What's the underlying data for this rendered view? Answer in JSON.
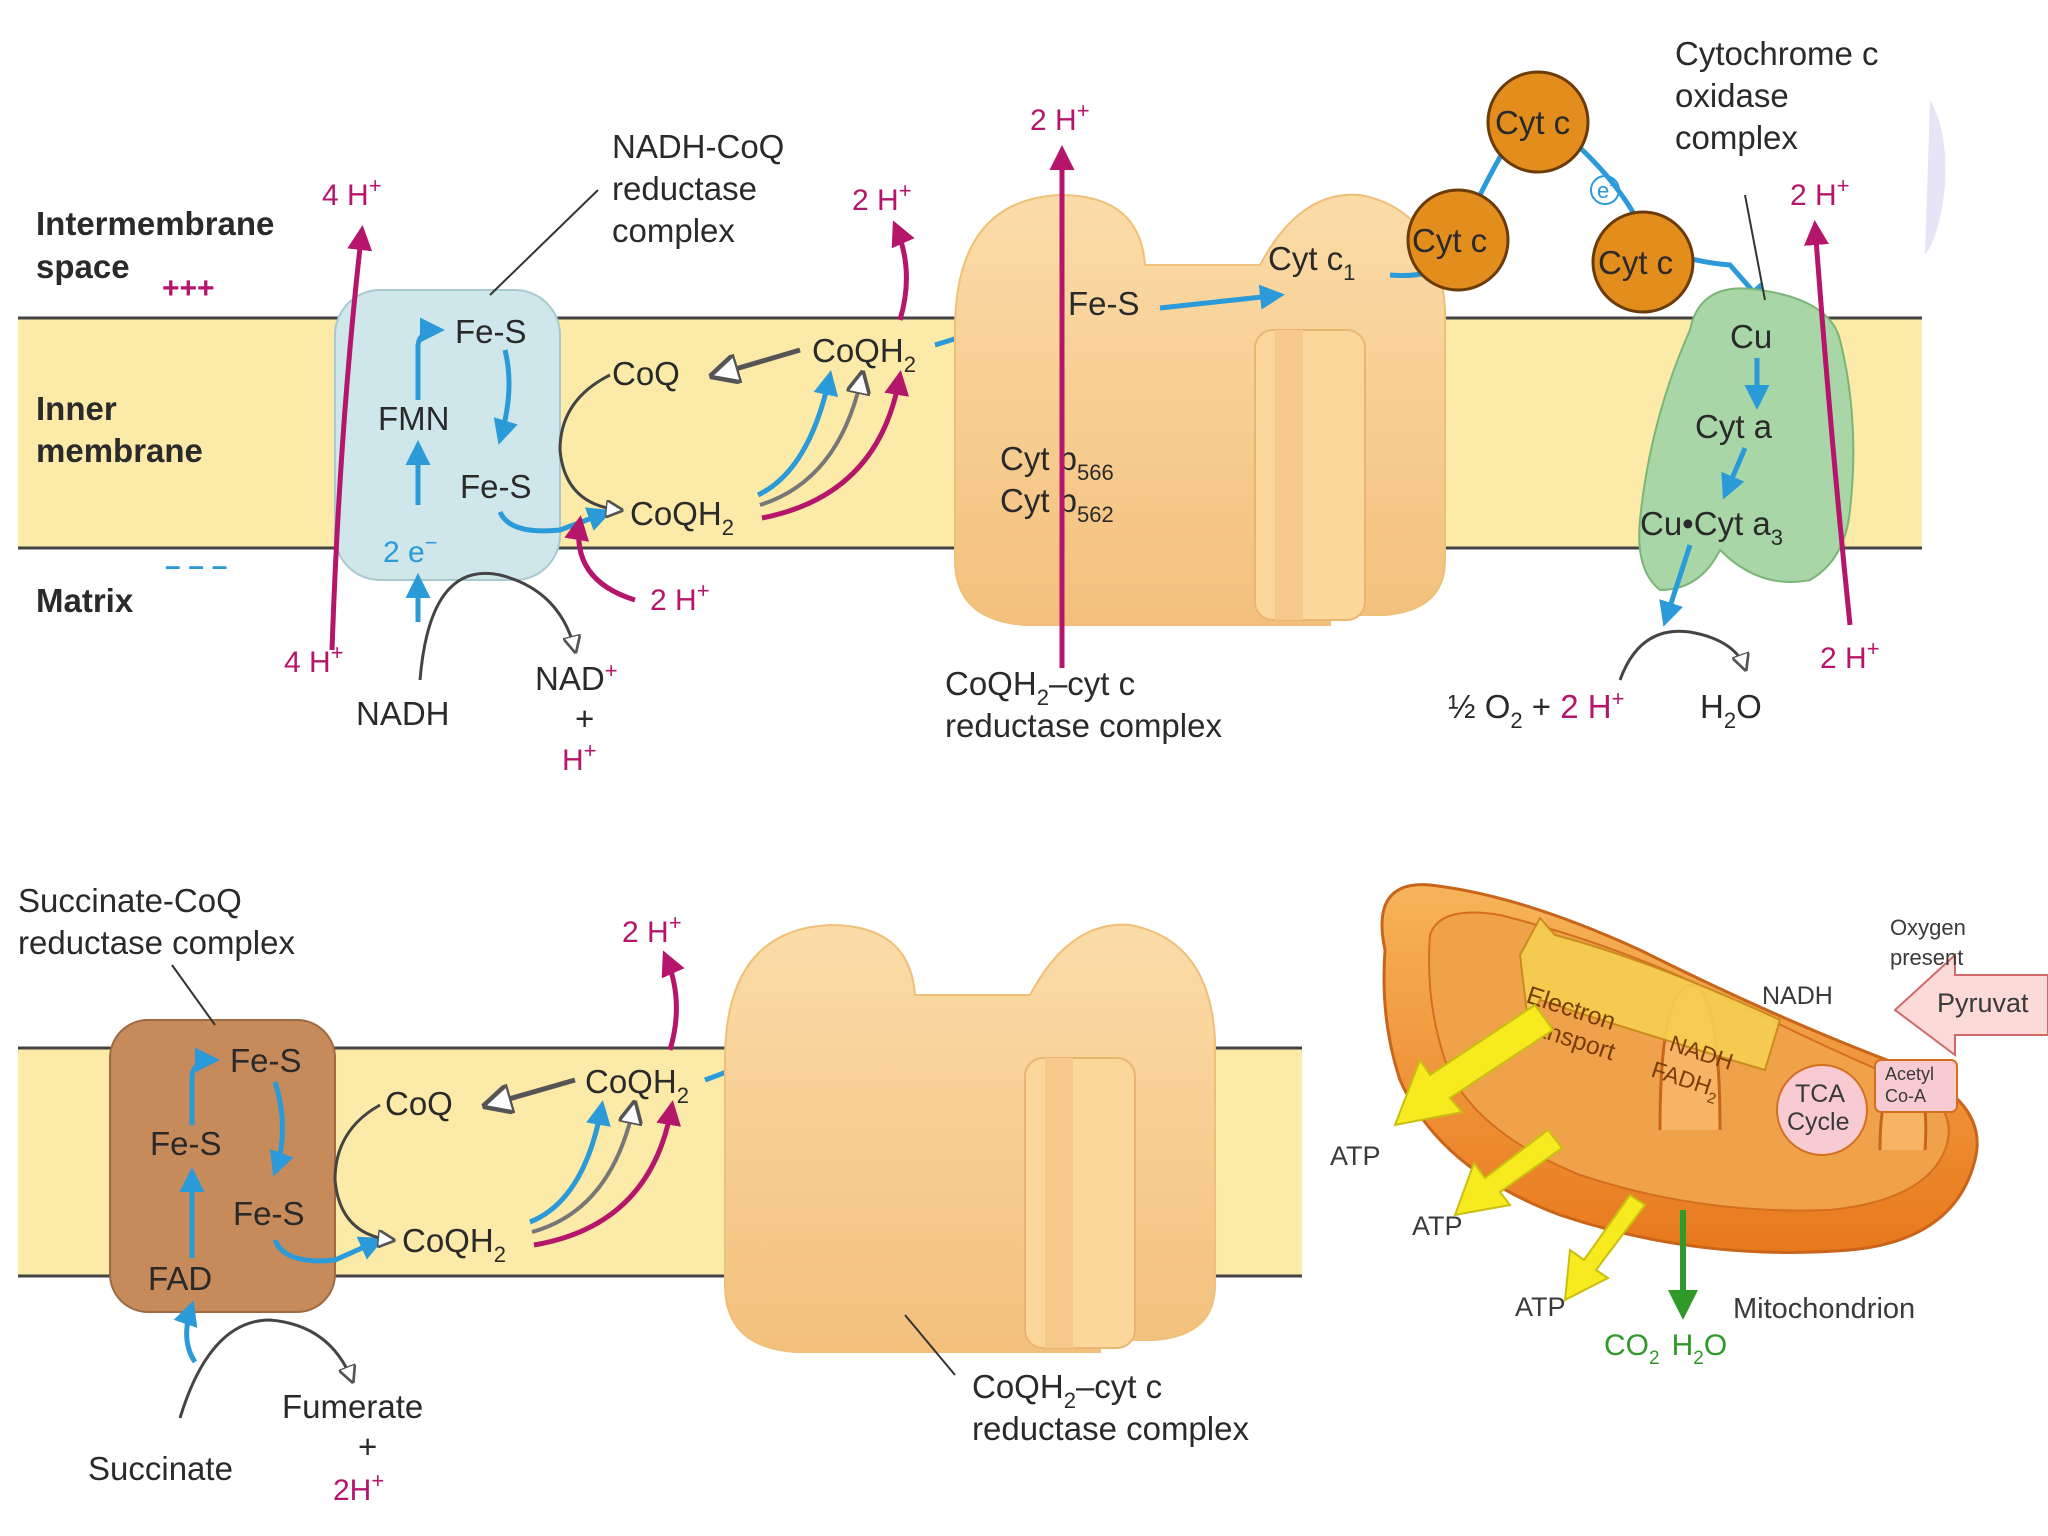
{
  "top": {
    "side_labels": [
      "Intermembrane",
      "space",
      "+++",
      "Inner",
      "membrane",
      "Matrix",
      "– – –"
    ],
    "complex1": {
      "title": [
        "NADH-CoQ",
        "reductase",
        "complex"
      ],
      "fes_top": "Fe-S",
      "fmn": "FMN",
      "fes_bottom": "Fe-S",
      "two_e": "2 e",
      "e_sup": "−",
      "h_out": "4 H",
      "h_in": "4 H",
      "h_sup": "+",
      "nadh": "NADH",
      "nad": "NAD",
      "nad_plus": "+",
      "nad_h": "H"
    },
    "coq_cycle": {
      "coq": "CoQ",
      "coqh2_top": "CoQH",
      "coqh2_bottom": "CoQH",
      "sub2": "2",
      "h_out": "2 H",
      "h_in": "2 H",
      "h_sup": "+"
    },
    "complex3": {
      "fes": "Fe-S",
      "cytc1": "Cyt c",
      "cytc1_sub": "1",
      "b566": "Cyt b",
      "b566_sub": "566",
      "b562": "Cyt b",
      "b562_sub": "562",
      "h_out": "2 H",
      "h_sup": "+",
      "caption": [
        "CoQH",
        "–cyt c",
        "reductase complex"
      ],
      "caption_sub": "2"
    },
    "cytc": {
      "label": "Cyt c",
      "e": "e",
      "e_sup": "−"
    },
    "complex4": {
      "title": [
        "Cytochrome c",
        "oxidase",
        "complex"
      ],
      "cu": "Cu",
      "cyta": "Cyt a",
      "cucyta3": "Cu•Cyt a",
      "a3_sub": "3",
      "h_out": "2 H",
      "h_in": "2 H",
      "h_sup": "+",
      "reaction_left": "½ O",
      "o_sub": "2",
      "plus": " + ",
      "two_h": "2 H",
      "h2o": "H",
      "h2o_sub": "2",
      "h2o_o": "O"
    }
  },
  "bottom": {
    "complex2": {
      "title": [
        "Succinate-CoQ",
        "reductase complex"
      ],
      "fes_top": "Fe-S",
      "fes_mid": "Fe-S",
      "fes_bottom": "Fe-S",
      "fad": "FAD",
      "succinate": "Succinate",
      "fumerate": "Fumerate",
      "plus": "+",
      "two_h": "2H",
      "h_sup": "+"
    },
    "coq_cycle": {
      "coq": "CoQ",
      "coqh2_top": "CoQH",
      "coqh2_bottom": "CoQH",
      "sub2": "2",
      "h_out": "2 H",
      "h_sup": "+"
    },
    "complex3_caption": [
      "CoQH",
      "–cyt c",
      "reductase complex"
    ],
    "caption_sub": "2"
  },
  "mito": {
    "oxygen": [
      "Oxygen",
      "present"
    ],
    "pyruvate": "Pyruvat",
    "nadh_top": "NADH",
    "electron": [
      "Electron",
      "transport"
    ],
    "nadh_fadh": [
      "NADH",
      "FADH"
    ],
    "fadh_sub": "2",
    "tca": [
      "TCA",
      "Cycle"
    ],
    "acetyl": [
      "Acetyl",
      "Co-A"
    ],
    "atp": [
      "ATP",
      "ATP",
      "ATP"
    ],
    "co2": "CO",
    "co2_sub": "2",
    "h2o": "H",
    "h2o_sub": "2",
    "h2o_o": "O",
    "mitochondrion": "Mitochondrion"
  },
  "colors": {
    "membrane": "#fbeaa8",
    "complex": "#f7cd8e",
    "blue_arrow": "#2b9ad8",
    "magenta": "#b5156a",
    "complex1": "#cfe7ea",
    "complex2": "#c68a5b",
    "complex4": "#a9d6a6",
    "cytc": "#e38d1c"
  }
}
